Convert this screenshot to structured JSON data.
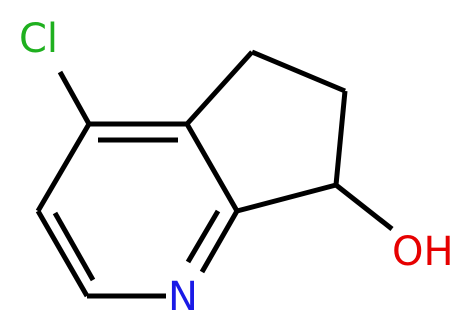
{
  "colors": {
    "background": "#ffffff",
    "bond": "#000000",
    "chlorine": "#1fb01f",
    "nitrogen": "#1a1ae6",
    "oxygen": "#e60000"
  },
  "atoms": {
    "chlorine": "Cl",
    "nitrogen": "N",
    "hydroxyl": "OH"
  }
}
